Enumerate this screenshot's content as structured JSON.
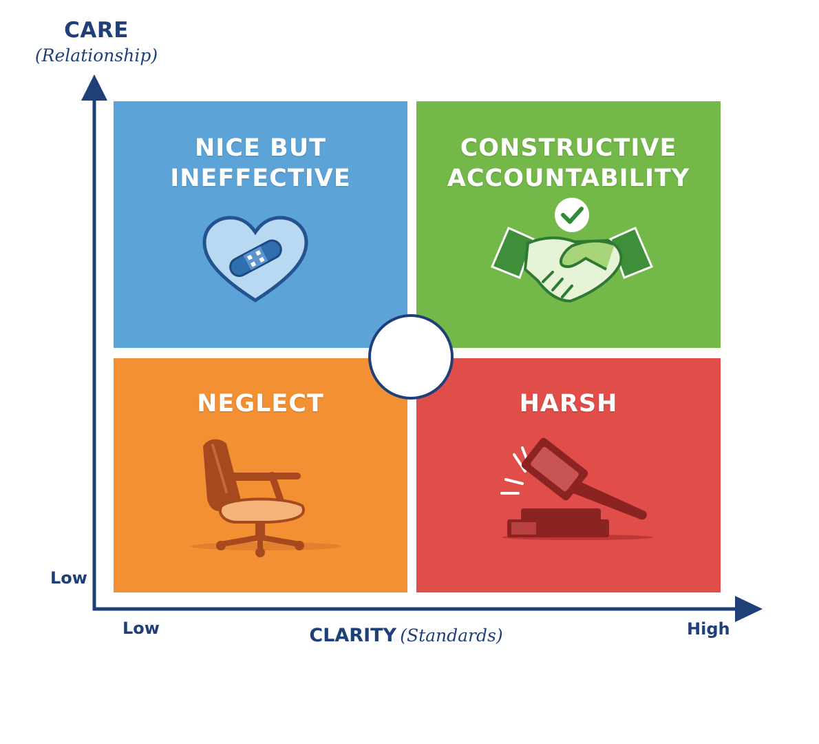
{
  "y_axis": {
    "title": "CARE",
    "subtitle": "(Relationship)",
    "low_label": "Low"
  },
  "x_axis": {
    "title": "CLARITY",
    "subtitle": "(Standards)",
    "low_label": "Low",
    "high_label": "High"
  },
  "quadrants": {
    "top_left": {
      "title_line1": "NICE BUT",
      "title_line2": "INEFFECTIVE",
      "icon": "heart-bandage-icon",
      "color": "#5ca4d8"
    },
    "top_right": {
      "title_line1": "CONSTRUCTIVE",
      "title_line2": "ACCOUNTABILITY",
      "icon": "handshake-check-icon",
      "color": "#74b84a"
    },
    "bottom_left": {
      "title": "NEGLECT",
      "icon": "empty-chair-icon",
      "color": "#f39033"
    },
    "bottom_right": {
      "title": "HARSH",
      "icon": "gavel-icon",
      "color": "#e14d48"
    }
  },
  "colors": {
    "axis": "#1f3f78"
  }
}
